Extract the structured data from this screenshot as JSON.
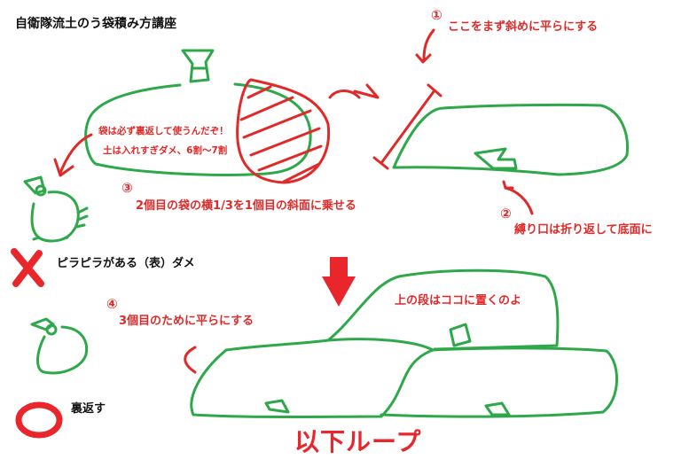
{
  "title": "自衛隊流土のう袋積み方講座",
  "colors": {
    "bag": "#2ea84a",
    "annotation": "#e02a2a",
    "text": "#111111"
  },
  "notes": {
    "bag_tip_1": "袋は必ず裏返して使うんだぞ！",
    "bag_tip_2": "土は入れすぎダメ、6割〜7割"
  },
  "steps": [
    {
      "number": "①",
      "text": "ここをまず斜めに平らにする"
    },
    {
      "number": "②",
      "text": "縛り口は折り返して底面に"
    },
    {
      "number": "③",
      "text": "2個目の袋の横1/3を1個目の斜面に乗せる"
    },
    {
      "number": "④",
      "text": "3個目のために平らにする"
    }
  ],
  "legend": {
    "bad_label": "ピラピラがある（表）ダメ",
    "good_label": "裏返す"
  },
  "upper_tier_note": "上の段はココに置くのよ",
  "loop_label": "以下ループ",
  "icons": {
    "cross": "cross-mark-icon",
    "circle": "circle-mark-icon",
    "down_arrow": "down-arrow-icon"
  }
}
